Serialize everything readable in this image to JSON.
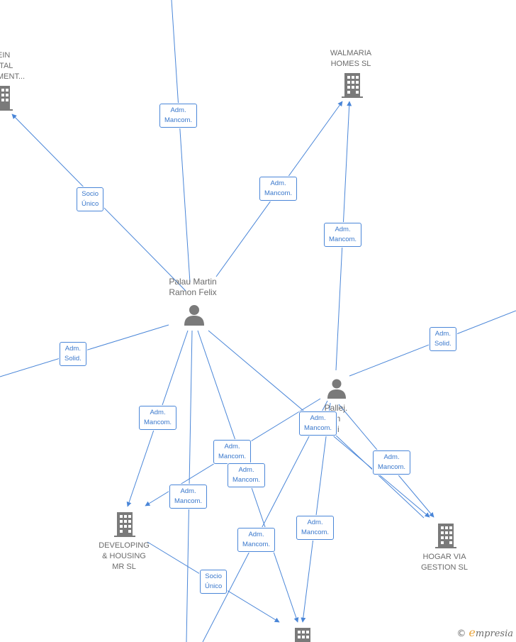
{
  "diagram": {
    "nodes": {
      "palau": {
        "label": "Palau Martin\nRamon Felix",
        "type": "person",
        "icon": "person-icon"
      },
      "pallej": {
        "label": "Pallej.\nch\ndi",
        "type": "person",
        "icon": "person-icon"
      },
      "walmaria": {
        "label": "WALMARIA\nHOMES SL",
        "type": "company",
        "icon": "building-icon"
      },
      "lein": {
        "label": "EIN\nITAL\nMENT...",
        "type": "company",
        "icon": "building-icon"
      },
      "developing": {
        "label": "DEVELOPING\n& HOUSING\nMR SL",
        "type": "company",
        "icon": "building-icon"
      },
      "hogar": {
        "label": "HOGAR VIA\nGESTION SL",
        "type": "company",
        "icon": "building-icon"
      },
      "bottom": {
        "label": "",
        "type": "company",
        "icon": "building-icon"
      }
    },
    "edge_labels": {
      "top": "Adm.\nMancom.",
      "socio_left": "Socio\nÚnico",
      "walmaria_palau": "Adm.\nMancom.",
      "walmaria_pallej": "Adm.\nMancom.",
      "solid_right": "Adm.\nSolid.",
      "solid_left": "Adm.\nSolid.",
      "dev_1": "Adm.\nMancom.",
      "center_1": "Adm.\nMancom.",
      "center_2": "Adm.\nMancom.",
      "dev_2": "Adm.\nMancom.",
      "pallej_1": "Adm.\nMancom.",
      "hogar_1": "Adm.\nMancom.",
      "bottom_1": "Adm.\nMancom.",
      "bottom_2": "Adm.\nMancom.",
      "socio_bottom": "Socio\nÚnico"
    },
    "colors": {
      "edge": "#4a86d8",
      "icon": "#7a7a7a",
      "text": "#6b6b6b"
    }
  },
  "footer": {
    "copyright": "©",
    "brand_initial": "e",
    "brand_rest": "mpresia"
  }
}
